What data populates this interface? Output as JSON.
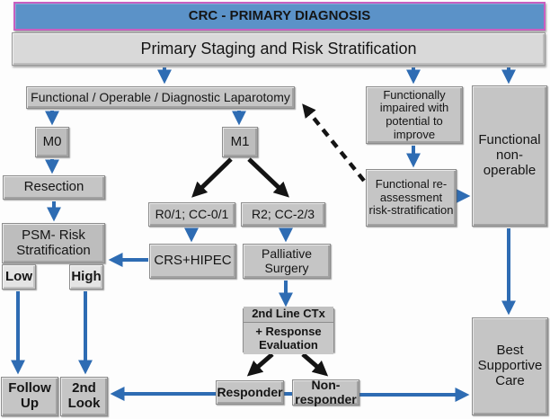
{
  "diagram": {
    "title": "CRC - PRIMARY DIAGNOSIS",
    "subtitle": "Primary Staging and Risk Stratification",
    "nodes": {
      "laparotomy": "Functional / Operable / Diagnostic Laparotomy",
      "m0": "M0",
      "m1": "M1",
      "resection": "Resection",
      "psm_risk": "PSM- Risk Stratification",
      "low": "Low",
      "high": "High",
      "r01": "R0/1; CC-0/1",
      "r2": "R2; CC-2/3",
      "crs_hipec": "CRS+HIPEC",
      "palliative": "Palliative Surgery",
      "impaired": "Functionally impaired with potential to improve",
      "reassessment": "Functional re-assessment risk-stratification",
      "non_operable": "Functional non-operable",
      "ctx_top": "2nd Line CTx",
      "ctx_bottom": "+ Response Evaluation",
      "responder": "Responder",
      "non_responder": "Non-responder",
      "follow_up": "Follow Up",
      "second_look": "2nd Look",
      "best_supportive": "Best Supportive Care"
    },
    "colors": {
      "header_fill": "#5b92c8",
      "header_border": "#c95fc0",
      "box_fill": "#c5c5c5",
      "box_fill_light": "#e4e4e4",
      "subtitle_fill": "#d9d9d9",
      "arrow_blue": "#2e6cb3",
      "arrow_black": "#141414",
      "text": "#151515"
    }
  }
}
